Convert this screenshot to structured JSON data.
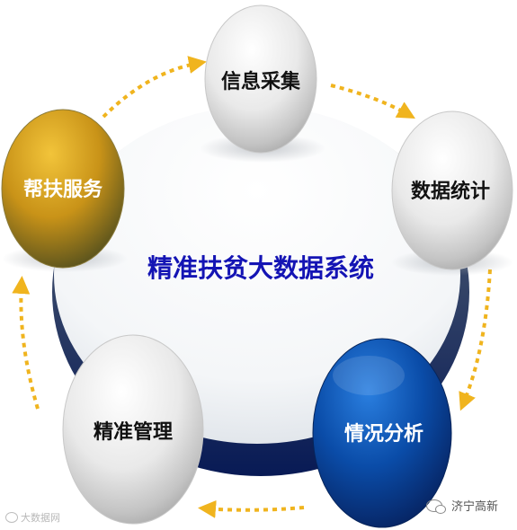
{
  "diagram": {
    "center_title": "精准扶贫大数据系统",
    "nodes": [
      {
        "id": "node-1",
        "label": "信息采集",
        "style": "silver"
      },
      {
        "id": "node-2",
        "label": "数据统计",
        "style": "silver"
      },
      {
        "id": "node-3",
        "label": "情况分析",
        "style": "blue"
      },
      {
        "id": "node-4",
        "label": "精准管理",
        "style": "silver"
      },
      {
        "id": "node-5",
        "label": "帮扶服务",
        "style": "gold"
      }
    ],
    "flow_direction": "clockwise",
    "colors": {
      "title": "#1414b4",
      "arrow": "#f0b41e",
      "ring_top": "#7a8a62",
      "ring_bottom": "#0a1f5c",
      "node_gold": "#c8961e",
      "node_blue": "#0a4ca8"
    }
  },
  "watermarks": {
    "left_text": "大数据网",
    "right_text": "济宁高新"
  }
}
